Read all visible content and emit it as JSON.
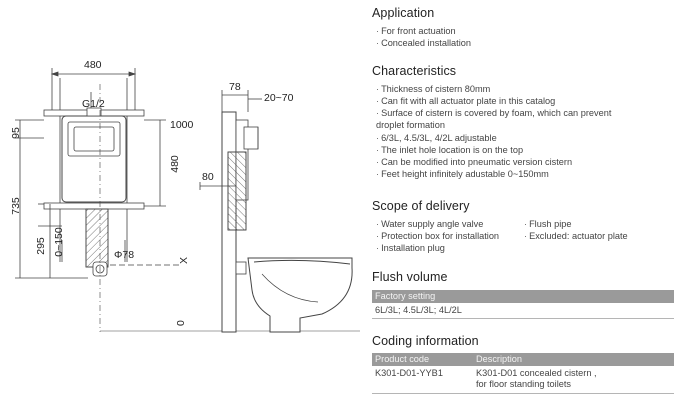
{
  "drawing": {
    "dims": {
      "width": "480",
      "pipe": "G1/2",
      "top_offset": "95",
      "pipe_height": "1000",
      "box_height": "480",
      "total_height": "735",
      "outlet_height": "295",
      "foot_adjust": "0~150",
      "outlet_dia": "Φ78",
      "x_mark": "X",
      "zero_mark": "0",
      "side_width": "78",
      "side_range": "20~70",
      "depth": "80"
    }
  },
  "panel": {
    "application": {
      "title": "Application",
      "items": [
        "For front actuation",
        "Concealed installation"
      ]
    },
    "characteristics": {
      "title": "Characteristics",
      "items": [
        "Thickness of cistern 80mm",
        "Can fit with all actuator plate in this catalog",
        "Surface of cistern is covered by foam, which can prevent",
        "droplet formation",
        "6/3L, 4.5/3L, 4/2L adjustable",
        "The inlet hole location is on the top",
        "Can be modified into pneumatic version cistern",
        "Feet height infinitely adustable 0~150mm"
      ]
    },
    "delivery": {
      "title": "Scope of delivery",
      "left": [
        "Water supply angle valve",
        "Protection box for installation",
        "Installation plug"
      ],
      "right": [
        "Flush pipe",
        "Excluded: actuator plate"
      ]
    },
    "flush": {
      "title": "Flush volume",
      "header": "Factory setting",
      "value": "6L/3L; 4.5L/3L; 4L/2L"
    },
    "coding": {
      "title": "Coding information",
      "col1": "Product code",
      "col2": "Description",
      "code": "K301-D01-YYB1",
      "desc1": "K301-D01 concealed cistern ,",
      "desc2": "for floor standing toilets"
    }
  }
}
